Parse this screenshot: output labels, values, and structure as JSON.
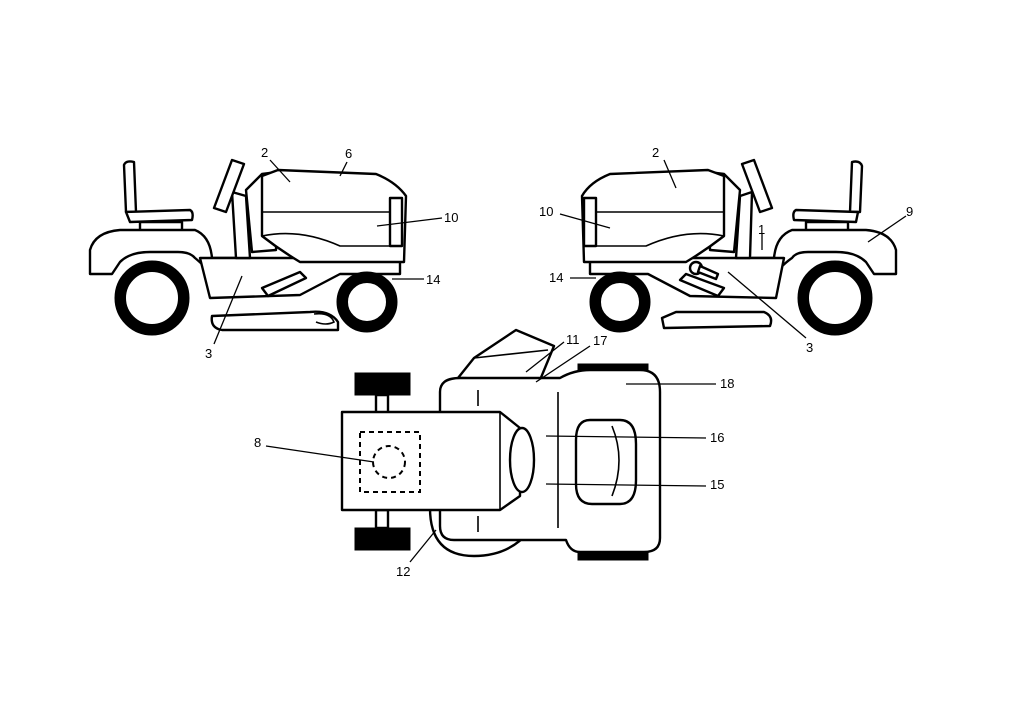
{
  "diagram": {
    "callouts": {
      "c1": "1",
      "c2": "2",
      "c3": "3",
      "c6": "6",
      "c8": "8",
      "c9": "9",
      "c10": "10",
      "c11": "11",
      "c12": "12",
      "c14": "14",
      "c15": "15",
      "c16": "16",
      "c17": "17",
      "c18": "18"
    }
  },
  "colors": {
    "line": "#000000",
    "background": "#ffffff"
  }
}
